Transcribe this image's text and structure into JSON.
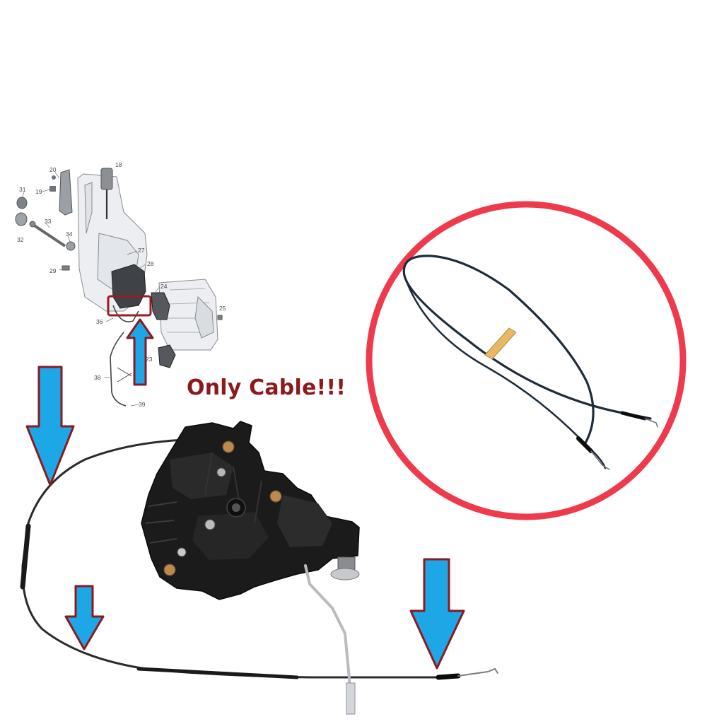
{
  "headline": "Only Cable!!!",
  "exploded_diagram": {
    "part_numbers": [
      "20",
      "18",
      "31",
      "19",
      "33",
      "34",
      "32",
      "27",
      "28",
      "29",
      "24",
      "25",
      "36",
      "23",
      "38",
      "39"
    ]
  },
  "colors": {
    "headline": "#8b1a1d",
    "arrow_fill": "#1ea7e6",
    "arrow_outline": "#8b1a1d",
    "highlight_box": "#9b1b25",
    "circle": "#ee3a4d",
    "cable": "#2b2b2b",
    "lock_body": "#1b1b1b"
  },
  "icons": [
    "down-arrow-icon",
    "up-arrow-icon"
  ]
}
